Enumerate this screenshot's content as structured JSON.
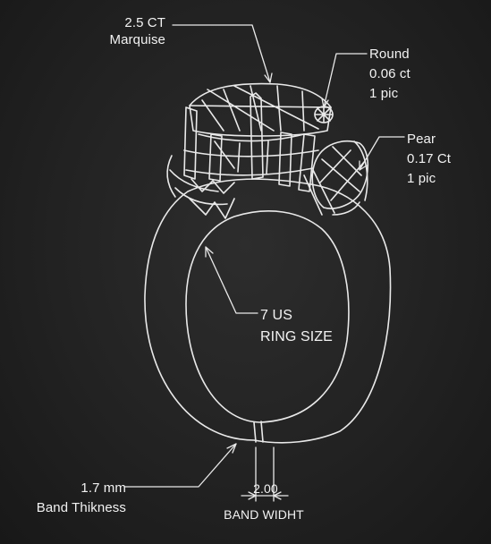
{
  "colors": {
    "background": "#222222",
    "chalk": "#f2f2f2"
  },
  "callouts": {
    "center_stone": {
      "line1": "2.5 CT",
      "line2": "Marquise"
    },
    "round_stone": {
      "line1": "Round",
      "line2": "0.06 ct",
      "line3": "1 pic"
    },
    "pear_stone": {
      "line1": "Pear",
      "line2": "0.17 Ct",
      "line3": "1 pic"
    },
    "ring_size": {
      "line1": "7 US",
      "line2": "RING SIZE"
    },
    "band_thickness": {
      "line1": "1.7 mm",
      "line2": "Band Thikness"
    },
    "band_width": {
      "value": "2.00",
      "label": "BAND WIDHT"
    }
  }
}
